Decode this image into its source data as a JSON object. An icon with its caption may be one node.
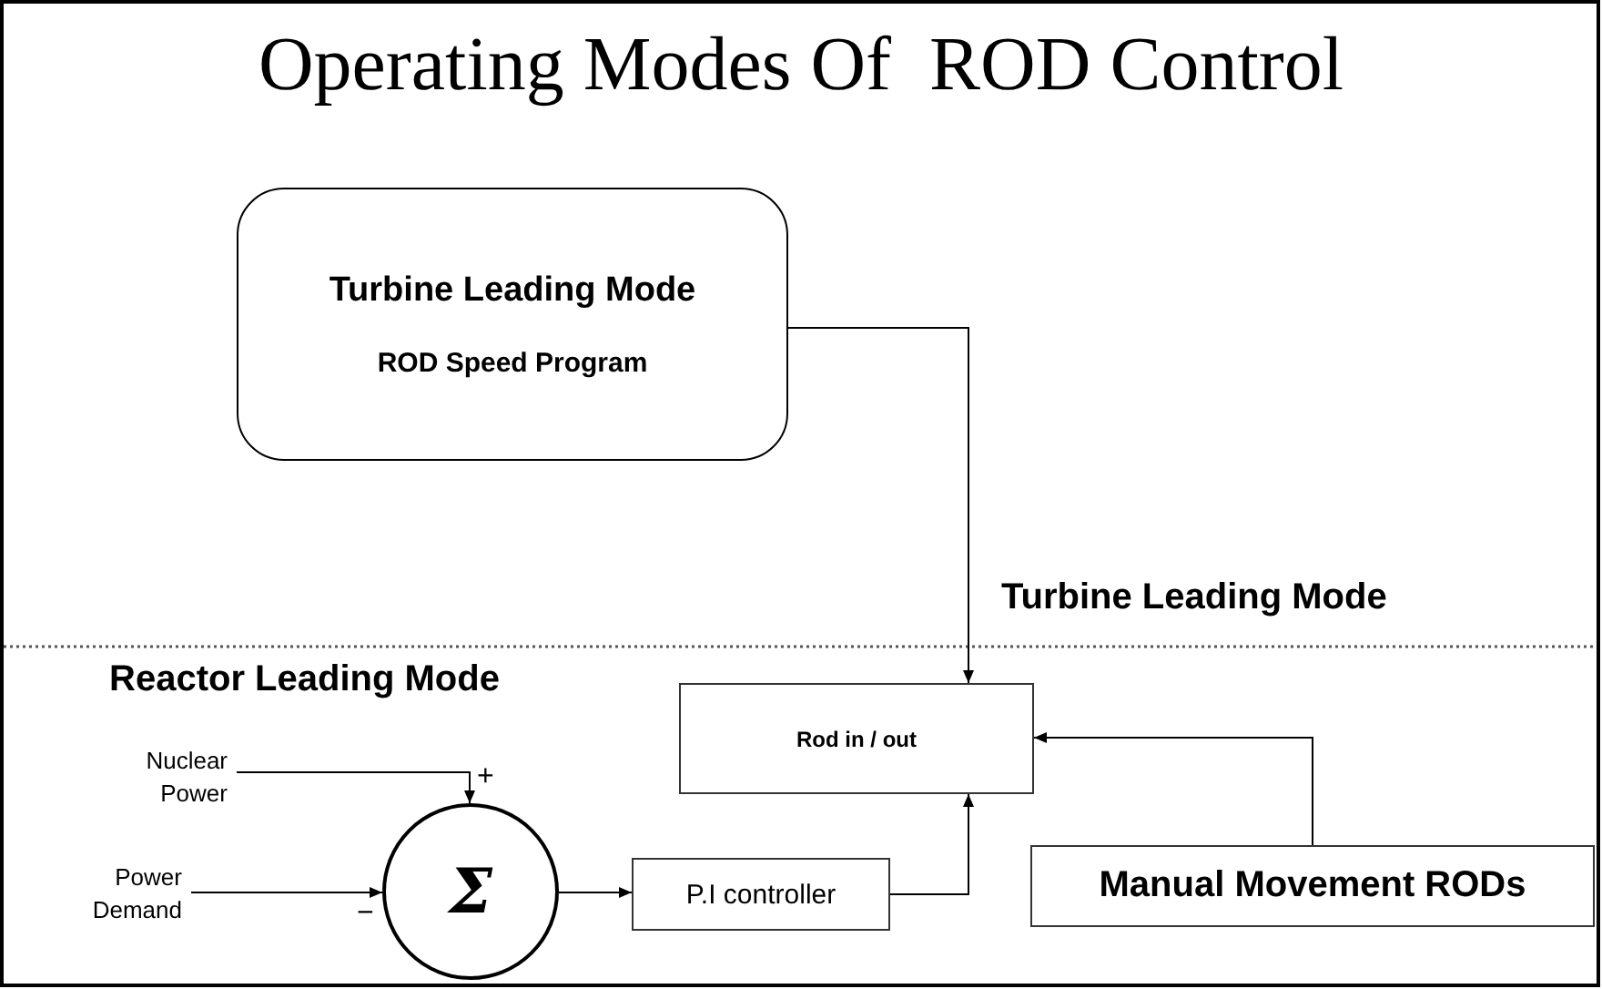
{
  "diagram": {
    "title": "Operating Modes Of  ROD Control",
    "nodes": [
      {
        "text": [
          "Turbine Leading Mode",
          "ROD Speed Program"
        ]
      },
      {
        "text": [
          "Nuclear Power"
        ]
      },
      {
        "text": [
          "Power Demand"
        ]
      },
      {
        "text": [
          "Σ"
        ],
        "beside": [
          "+",
          "−"
        ]
      },
      {
        "text": [
          "P.I controller"
        ]
      },
      {
        "text": [
          "Rod in / out"
        ]
      },
      {
        "text": [
          "Manual Movement RODs"
        ]
      }
    ],
    "edges": [
      {
        "from": 0,
        "to": 5,
        "arrow": "to"
      },
      {
        "from": 1,
        "to": 3,
        "arrow": "to"
      },
      {
        "from": 2,
        "to": 3,
        "arrow": "to"
      },
      {
        "from": 3,
        "to": 4,
        "arrow": "to"
      },
      {
        "from": 4,
        "to": 5,
        "arrow": "to"
      },
      {
        "from": 6,
        "to": 5,
        "arrow": "to"
      }
    ],
    "labels": [
      "Turbine Leading Mode",
      "Reactor Leading Mode"
    ]
  }
}
